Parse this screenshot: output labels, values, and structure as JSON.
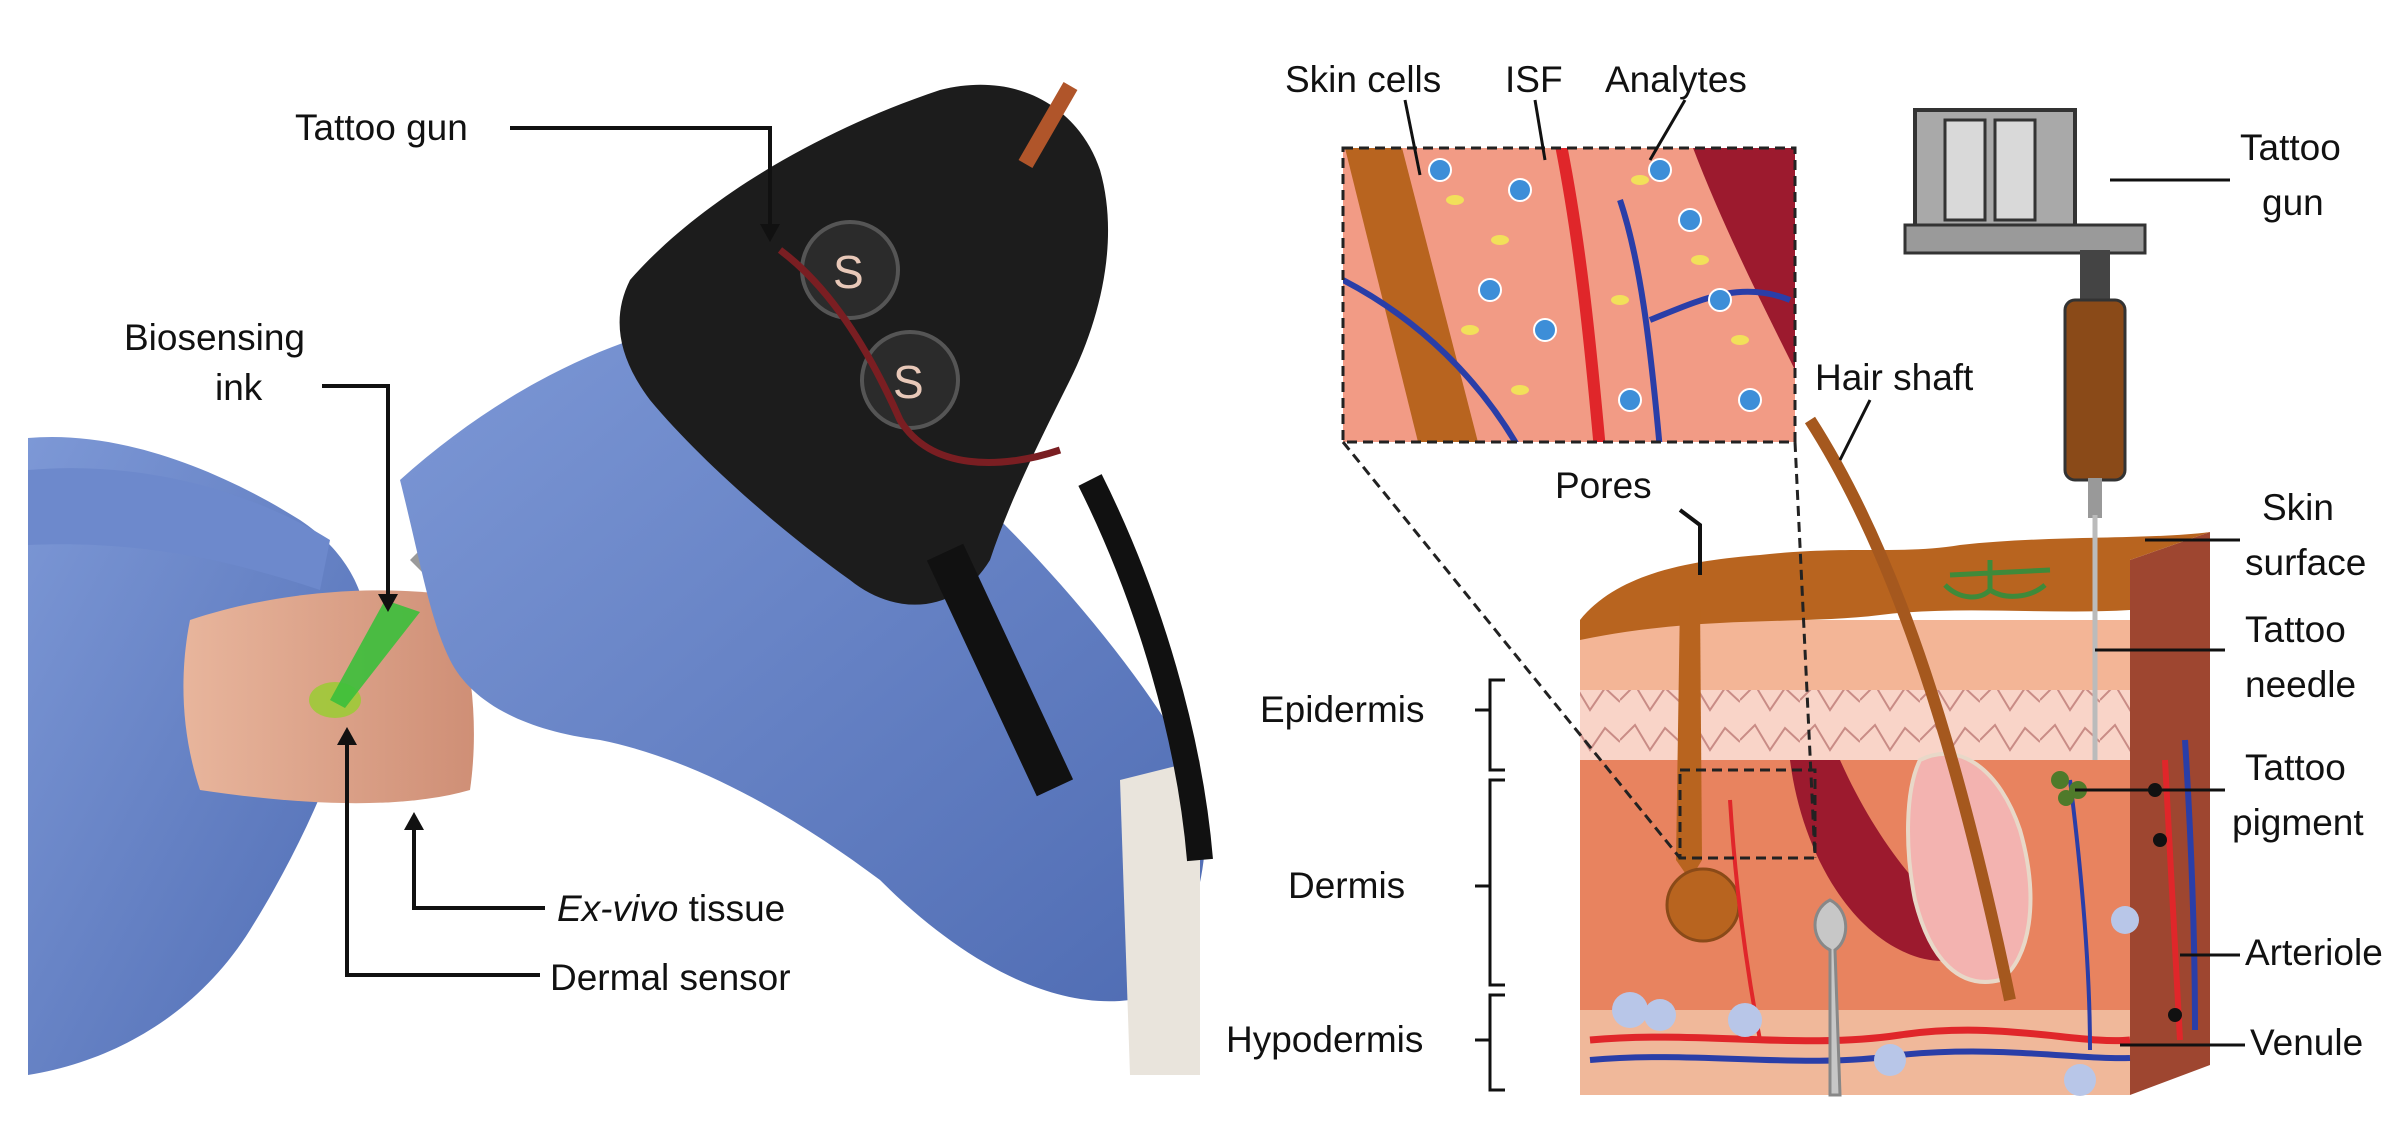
{
  "left_panel": {
    "tattoo_gun_label": "Tattoo gun",
    "biosensing_ink_line1": "Biosensing",
    "biosensing_ink_line2": "ink",
    "ex_vivo_italic": "Ex-vivo",
    "ex_vivo_rest": " tissue",
    "dermal_sensor_label": "Dermal sensor"
  },
  "right_panel": {
    "inset_labels": {
      "skin_cells": "Skin cells",
      "isf": "ISF",
      "analytes": "Analytes"
    },
    "hair_shaft": "Hair shaft",
    "pores": "Pores",
    "tattoo_gun_line1": "Tattoo",
    "tattoo_gun_line2": "gun",
    "skin_surface_line1": "Skin",
    "skin_surface_line2": "surface",
    "tattoo_needle_line1": "Tattoo",
    "tattoo_needle_line2": "needle",
    "tattoo_pigment_line1": "Tattoo",
    "tattoo_pigment_line2": "pigment",
    "arteriole": "Arteriole",
    "venule": "Venule",
    "layers": {
      "epidermis": "Epidermis",
      "dermis": "Dermis",
      "hypodermis": "Hypodermis"
    }
  },
  "colors": {
    "glove": "#5f7fc4",
    "skin_sample": "#e0a48a",
    "gun_body": "#1c1c1c",
    "ink_green": "#3bbf3b",
    "skin_surface": "#b8641f",
    "epidermis": "#f3b596",
    "dermis": "#e8835f",
    "vessel_red": "#e0262a",
    "vessel_blue": "#2a3ea8",
    "muscle": "#9c1a2e"
  }
}
